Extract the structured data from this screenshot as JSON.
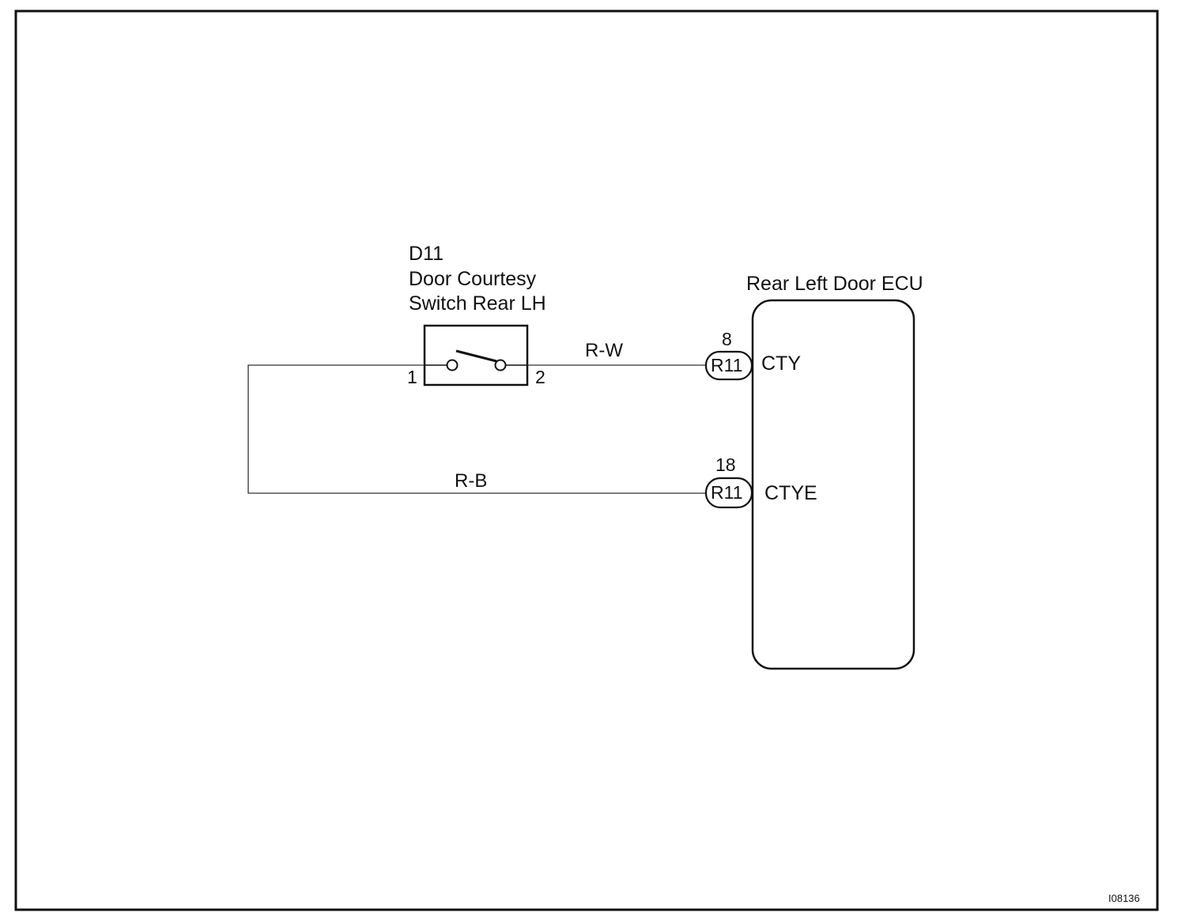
{
  "switch": {
    "code": "D11",
    "name_line1": "Door Courtesy",
    "name_line2": "Switch Rear LH",
    "pin_left": "1",
    "pin_right": "2"
  },
  "ecu": {
    "name": "Rear Left Door ECU",
    "terminals": [
      {
        "pin": "8",
        "connector": "R11",
        "name": "CTY"
      },
      {
        "pin": "18",
        "connector": "R11",
        "name": "CTYE"
      }
    ]
  },
  "wires": [
    {
      "color_code": "R-W"
    },
    {
      "color_code": "R-B"
    }
  ],
  "figure_id": "I08136"
}
